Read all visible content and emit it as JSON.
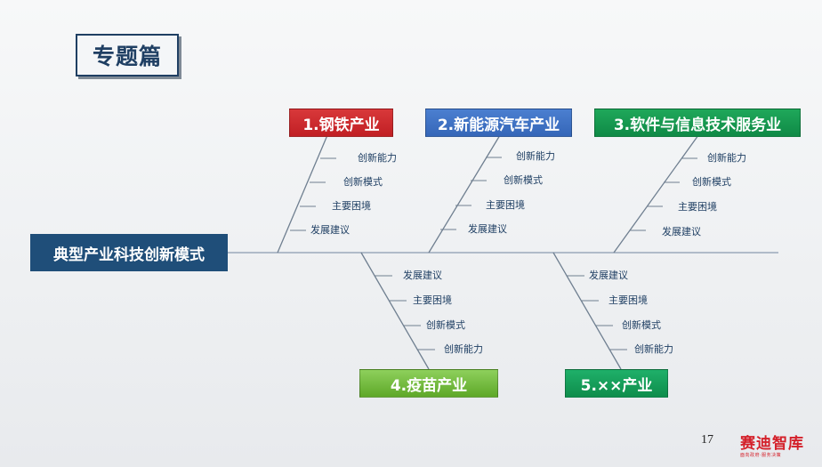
{
  "section_label": "专题篇",
  "head": "典型产业科技创新模式",
  "categories": [
    {
      "label": "1.钢铁产业",
      "causes": [
        "创新能力",
        "创新模式",
        "主要困境",
        "发展建议"
      ]
    },
    {
      "label": "2.新能源汽车产业",
      "causes": [
        "创新能力",
        "创新模式",
        "主要困境",
        "发展建议"
      ]
    },
    {
      "label": "3.软件与信息技术服务业",
      "causes": [
        "创新能力",
        "创新模式",
        "主要困境",
        "发展建议"
      ]
    },
    {
      "label": "4.疫苗产业",
      "causes": [
        "发展建议",
        "主要困境",
        "创新模式",
        "创新能力"
      ]
    },
    {
      "label": "5.××产业",
      "causes": [
        "发展建议",
        "主要困境",
        "创新模式",
        "创新能力"
      ]
    }
  ],
  "page_number": "17",
  "logo": {
    "name": "赛迪智库",
    "tagline": "面向政府·服务决策"
  },
  "colors": {
    "spine": "#8a9bb0",
    "head": "#1f4e79",
    "cat1": "#c11f24",
    "cat2": "#3566b8",
    "cat3": "#0f8a46",
    "cat4": "#5ea828",
    "cat5": "#0e8d4c"
  }
}
